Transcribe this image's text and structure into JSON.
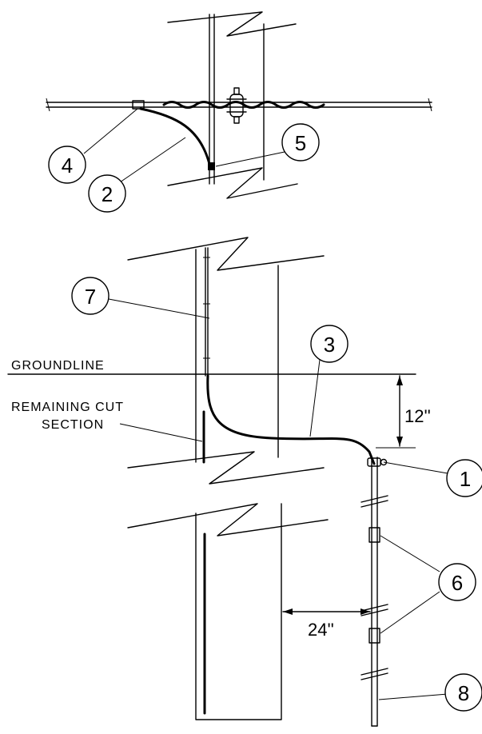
{
  "callouts": [
    {
      "id": "c1",
      "number": "1"
    },
    {
      "id": "c2",
      "number": "2"
    },
    {
      "id": "c3",
      "number": "3"
    },
    {
      "id": "c4",
      "number": "4"
    },
    {
      "id": "c5",
      "number": "5"
    },
    {
      "id": "c6",
      "number": "6"
    },
    {
      "id": "c7",
      "number": "7"
    },
    {
      "id": "c8",
      "number": "8"
    }
  ],
  "labels": {
    "groundline": "GROUNDLINE",
    "remaining_line1": "REMAINING CUT",
    "remaining_line2": "SECTION"
  },
  "dimensions": {
    "depth": "12''",
    "offset": "24''"
  }
}
